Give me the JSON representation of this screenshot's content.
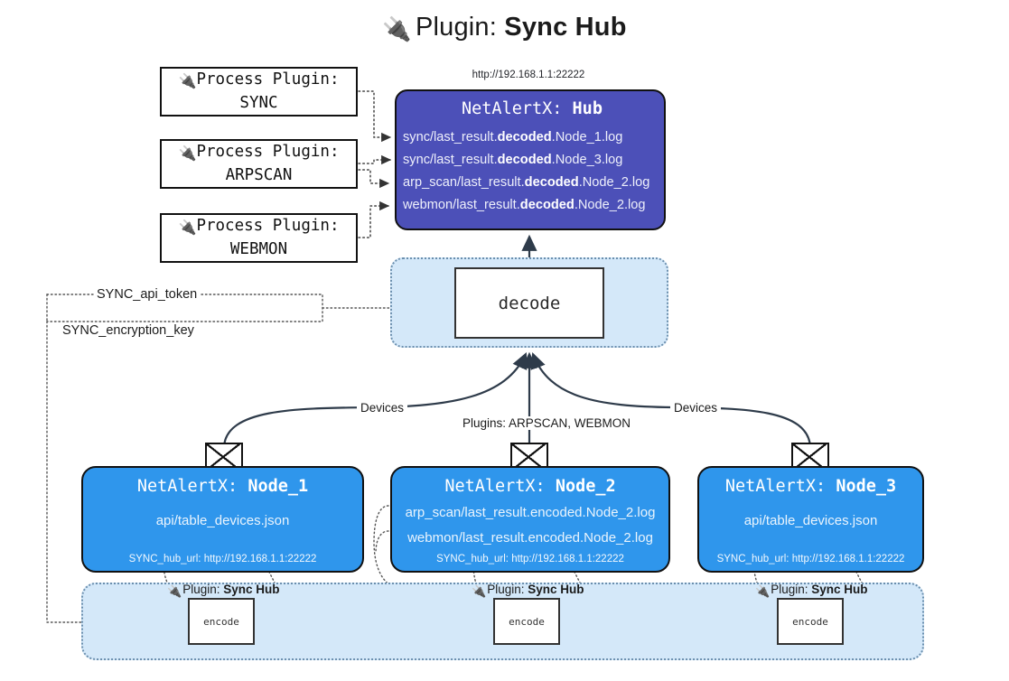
{
  "page": {
    "title_prefix": "Plugin:",
    "title_name": "Sync Hub",
    "plug_icon": "🔌",
    "hub_url": "http://192.168.1.1:22222"
  },
  "colors": {
    "hub_fill": "#4c50b8",
    "node_fill": "#2f96ec",
    "container_fill": "#d4e8f9",
    "container_border": "#6b8fae",
    "outline": "#111111"
  },
  "process_plugins": [
    {
      "line1_prefix": "Process Plugin:",
      "name": "SYNC"
    },
    {
      "line1_prefix": "Process Plugin:",
      "name": "ARPSCAN"
    },
    {
      "line1_prefix": "Process Plugin:",
      "name": "WEBMON"
    }
  ],
  "hub": {
    "label_prefix": "NetAlertX:",
    "label_name": "Hub",
    "logs": [
      {
        "pre": "sync/last_result.",
        "em": "decoded",
        "post": ".Node_1.log"
      },
      {
        "pre": "sync/last_result.",
        "em": "decoded",
        "post": ".Node_3.log"
      },
      {
        "pre": "arp_scan/last_result.",
        "em": "decoded",
        "post": ".Node_2.log"
      },
      {
        "pre": "webmon/last_result.",
        "em": "decoded",
        "post": ".Node_2.log"
      }
    ]
  },
  "decode": {
    "label": "decode"
  },
  "tokens": {
    "api_token": "SYNC_api_token",
    "encryption_key": "SYNC_encryption_key"
  },
  "edge_labels": {
    "devices_left": "Devices",
    "devices_right": "Devices",
    "plugins_center": "Plugins: ARPSCAN, WEBMON"
  },
  "nodes": [
    {
      "label_prefix": "NetAlertX:",
      "label_name": "Node_1",
      "rows": [
        "api/table_devices.json"
      ],
      "hub_url_label": "SYNC_hub_url: http://192.168.1.1:22222"
    },
    {
      "label_prefix": "NetAlertX:",
      "label_name": "Node_2",
      "rows": [
        "arp_scan/last_result.encoded.Node_2.log",
        "webmon/last_result.encoded.Node_2.log"
      ],
      "hub_url_label": "SYNC_hub_url: http://192.168.1.1:22222"
    },
    {
      "label_prefix": "NetAlertX:",
      "label_name": "Node_3",
      "rows": [
        "api/table_devices.json"
      ],
      "hub_url_label": "SYNC_hub_url: http://192.168.1.1:22222"
    }
  ],
  "encoders": [
    {
      "plugin_prefix": "Plugin:",
      "plugin_name": "Sync Hub",
      "label": "encode"
    },
    {
      "plugin_prefix": "Plugin:",
      "plugin_name": "Sync Hub",
      "label": "encode"
    },
    {
      "plugin_prefix": "Plugin:",
      "plugin_name": "Sync Hub",
      "label": "encode"
    }
  ]
}
